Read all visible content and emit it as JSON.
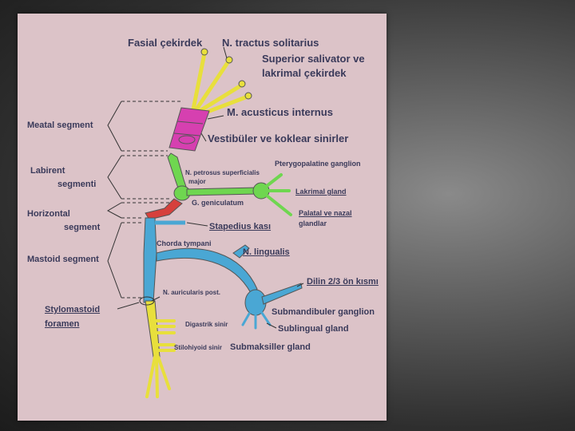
{
  "labels": {
    "fasial_cekirdek": "Fasial çekirdek",
    "n_tractus_solitarius": "N. tractus solitarius",
    "superior_salivator_line1": "Superior salivator ve",
    "superior_salivator_line2": "lakrimal çekirdek",
    "m_acusticus_internus": "M. acusticus internus",
    "vestibuler_koklear": "Vestibüler ve koklear sinirler",
    "meatal_segment": "Meatal segment",
    "labirent_line1": "Labirent",
    "labirent_line2": "segmenti",
    "horizontal_line1": "Horizontal",
    "horizontal_line2": "segment",
    "mastoid_segment": "Mastoid segment",
    "stylomastoid_line1": "Stylomastoid",
    "stylomastoid_line2": "foramen",
    "pterygopalatine": "Pterygopalatine ganglion",
    "n_petrosus_line1": "N. petrosus superficialis",
    "n_petrosus_line2": "major",
    "lakrimal_gland": "Lakrimal gland",
    "g_geniculatum": "G. geniculatum",
    "palatal_line1": "Palatal ve nazal",
    "palatal_line2": "glandlar",
    "stapedius_kasi": "Stapedius kası",
    "chorda_tympani": "Chorda tympani",
    "n_lingualis": "N. lingualis",
    "dilin": "Dilin 2/3 ön kısmı",
    "n_auricularis": "N. auricularis post.",
    "submandibuler": "Submandibuler ganglion",
    "digastrik": "Digastrik sinir",
    "sublingual": "Sublingual gland",
    "stilohiyoid": "Stilohiyoid sinir",
    "submaksiller": "Submaksiller gland"
  },
  "colors": {
    "background": "#dcc3c8",
    "label_text": "#3a3a5a",
    "yellow_nerve": "#e8df3c",
    "magenta_segment": "#d640b0",
    "green_segment": "#6fd650",
    "red_segment": "#d6403c",
    "blue_segment": "#4aa7d4",
    "bracket_line": "#333333"
  }
}
